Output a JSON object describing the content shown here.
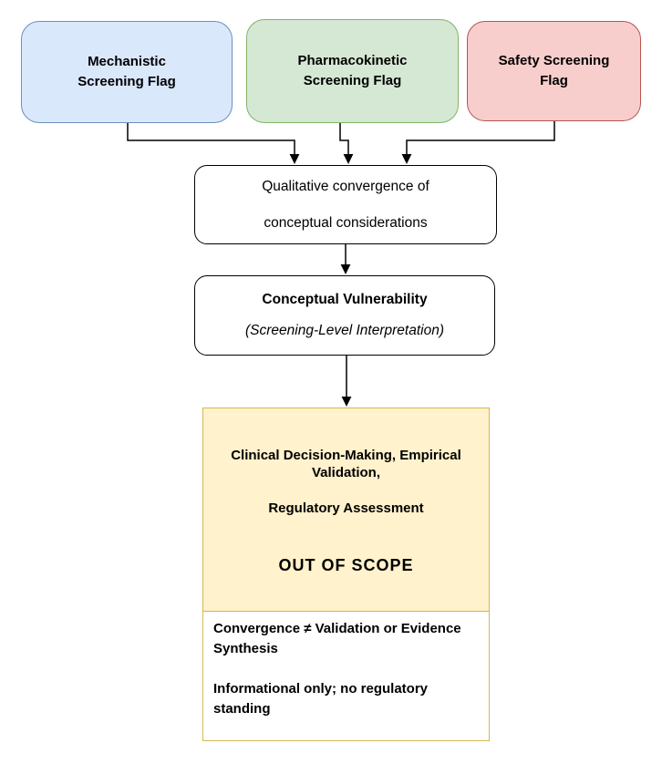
{
  "diagram": {
    "line_color": "#000000",
    "flags": [
      {
        "id": "mechanistic",
        "line1": "Mechanistic",
        "line2": "Screening Flag",
        "fill": "#dae8fc",
        "stroke": "#6c8ebf"
      },
      {
        "id": "pharmacokinetic",
        "line1": "Pharmacokinetic",
        "line2": "Screening Flag",
        "fill": "#d5e8d4",
        "stroke": "#82b366"
      },
      {
        "id": "safety",
        "line1": "Safety Screening",
        "line2": "Flag",
        "fill": "#f8cecc",
        "stroke": "#b85450"
      }
    ],
    "convergence": {
      "line1": "Qualitative convergence of",
      "line2": "conceptual considerations"
    },
    "vulnerability": {
      "title": "Conceptual Vulnerability",
      "subtitle": "(Screening-Level Interpretation)"
    },
    "out_of_scope": {
      "line1": "Clinical Decision-Making, Empirical Validation,",
      "line2": "Regulatory Assessment",
      "line3": "OUT OF SCOPE",
      "fill": "#fff2cc",
      "stroke": "#d6b656"
    },
    "note": {
      "line1": "Convergence ≠ Validation or Evidence Synthesis",
      "line2": "Informational only; no regulatory standing"
    }
  }
}
